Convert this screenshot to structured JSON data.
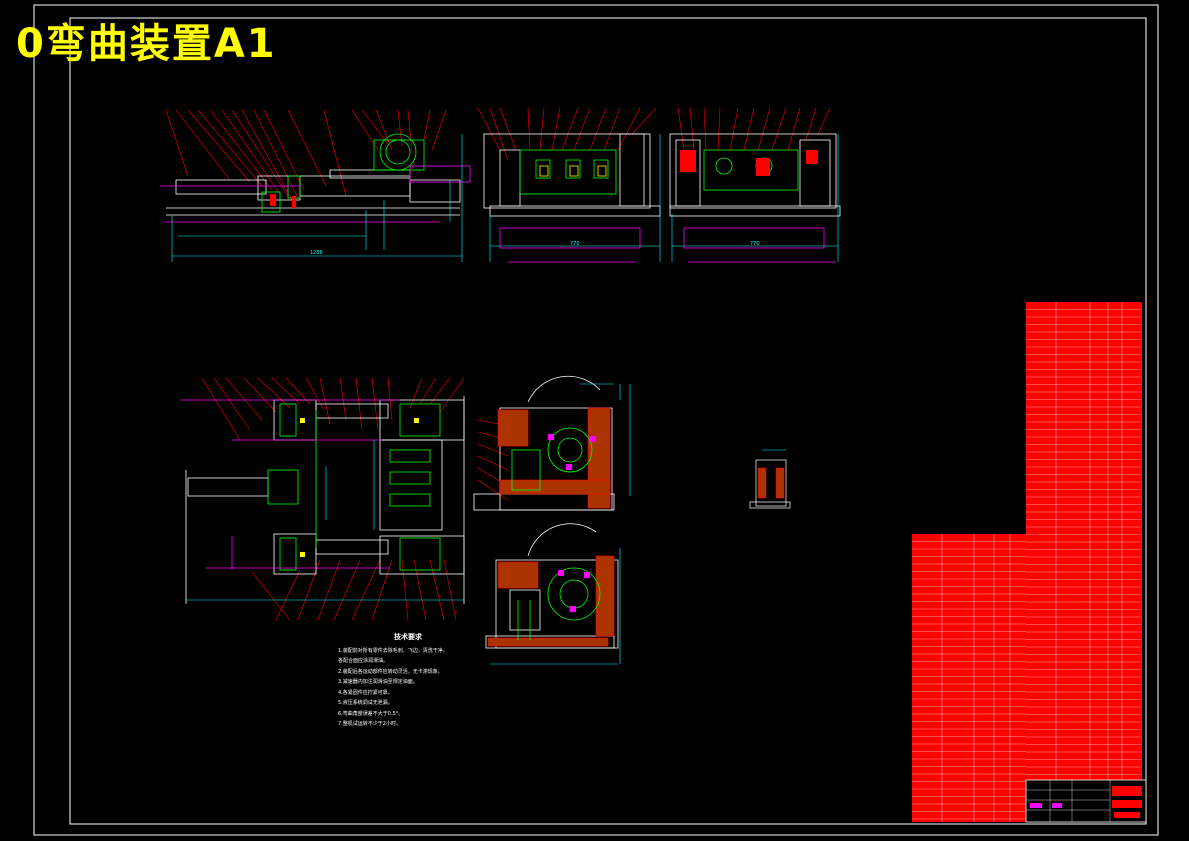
{
  "title": "0弯曲装置A1",
  "colors": {
    "background": "#000000",
    "frame": "#ffffff",
    "title": "#ffff00",
    "outline": "#ffffff",
    "dimension": "#00ffff",
    "part": "#00ff00",
    "leader": "#ff0000",
    "accent": "#ff00ff",
    "table_fill": "#ff0000"
  },
  "dimensions": {
    "front_view_width": "1286",
    "side_view_a_width": "770",
    "side_view_b_width": "770"
  },
  "technical_requirements": {
    "title": "技术要求",
    "lines": [
      "1.装配前对所有零件去除毛刺、飞边，清洗干净。",
      "各配合面应涂润滑油。",
      "2.装配后各运动部件应转动灵活，无卡滞现象。",
      "3.减速器内加注润滑油至规定油面。",
      "4.各紧固件应拧紧可靠。",
      "5.液压系统调试无泄漏。",
      "6.弯曲角度误差不大于0.5°。",
      "7.整机试运转不少于2小时。"
    ]
  }
}
